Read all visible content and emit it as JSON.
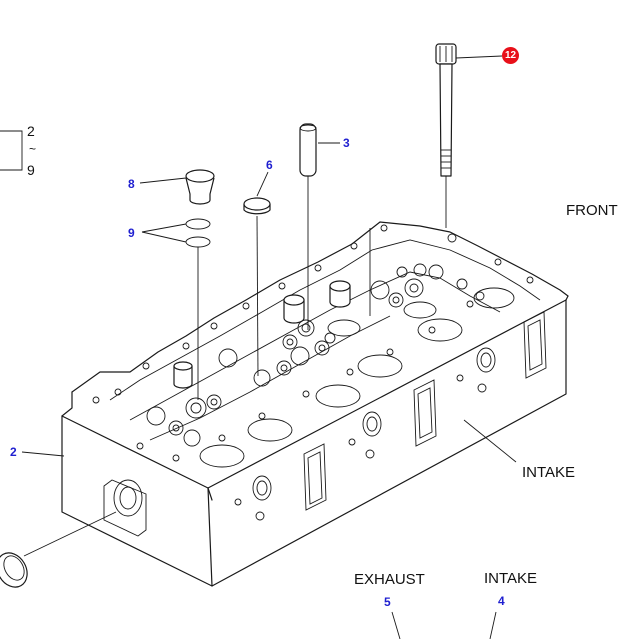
{
  "labels": {
    "front": "FRONT",
    "intake_side": "INTAKE",
    "exhaust": "EXHAUST",
    "intake": "INTAKE",
    "range_start": "2",
    "range_tilde": "~",
    "range_end": "9",
    "part_2": "2",
    "part_3": "3",
    "part_4": "4",
    "part_5": "5",
    "part_6": "6",
    "part_8": "8",
    "part_9": "9",
    "part_12": "12"
  },
  "colors": {
    "callout_blue": "#1f1fd0",
    "highlight_red": "#e8101a",
    "line": "#1a1a1a"
  }
}
